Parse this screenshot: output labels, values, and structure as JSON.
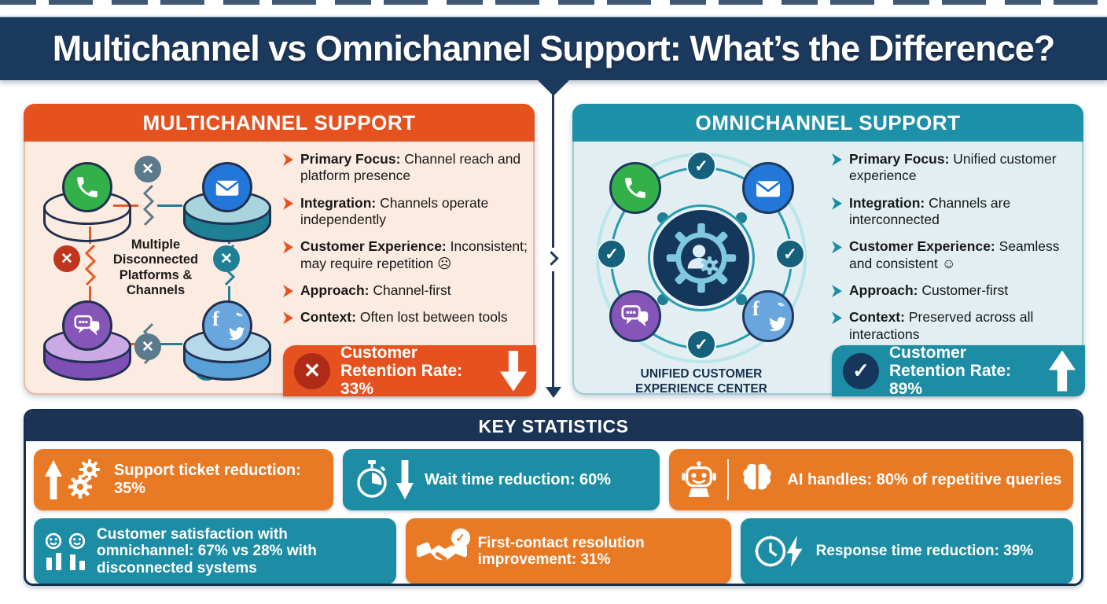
{
  "header": {
    "title": "Multichannel vs Omnichannel Support: What’s the Difference?"
  },
  "multichannel": {
    "title": "MULTICHANNEL SUPPORT",
    "diagram_label": "Multiple Disconnected Platforms & Channels",
    "channels": [
      "whatsapp",
      "email",
      "chat",
      "facebook-twitter"
    ],
    "bullets": [
      {
        "label": "Primary Focus:",
        "text": "Channel reach and platform presence"
      },
      {
        "label": "Integration:",
        "text": "Channels operate independently"
      },
      {
        "label": "Customer Experience:",
        "text": "Inconsistent; may require repetition ☹"
      },
      {
        "label": "Approach:",
        "text": "Channel-first"
      },
      {
        "label": "Context:",
        "text": "Often lost between tools"
      }
    ],
    "retention": {
      "label": "Customer Retention Rate: 33%",
      "trend": "down",
      "status_icon": "x-icon",
      "x_glyph": "✕"
    }
  },
  "omnichannel": {
    "title": "OMNICHANNEL SUPPORT",
    "diagram_label": "UNIFIED CUSTOMER EXPERIENCE CENTER",
    "channels": [
      "whatsapp",
      "email",
      "chat",
      "facebook-twitter"
    ],
    "bullets": [
      {
        "label": "Primary Focus:",
        "text": "Unified customer experience"
      },
      {
        "label": "Integration:",
        "text": "Channels are interconnected"
      },
      {
        "label": "Customer Experience:",
        "text": "Seamless and consistent ☺"
      },
      {
        "label": "Approach:",
        "text": "Customer-first"
      },
      {
        "label": "Context:",
        "text": "Preserved across all interactions"
      }
    ],
    "retention": {
      "label": "Customer Retention Rate: 89%",
      "trend": "up",
      "status_icon": "check-icon",
      "check_glyph": "✓"
    }
  },
  "glyphs": {
    "x": "✕",
    "check": "✓",
    "social_f": "f",
    "feather": "✒"
  },
  "key_statistics": {
    "title": "KEY STATISTICS",
    "stats": [
      {
        "text": "Support ticket reduction: 35%",
        "accent": "#e87a25",
        "icon": "arrow-up-gears-icon"
      },
      {
        "text": "Wait time reduction: 60%",
        "accent": "#1d8da5",
        "icon": "stopwatch-arrow-down-icon"
      },
      {
        "text": "AI handles: 80% of repetitive queries",
        "accent": "#e87a25",
        "icon": "robot-brain-icon"
      },
      {
        "text": "Customer satisfaction with omnichannel: 67% vs 28% with disconnected systems",
        "accent": "#1d8da5",
        "icon": "smiley-bar-chart-icon"
      },
      {
        "text": "First-contact resolution improvement: 31%",
        "accent": "#e87a25",
        "icon": "handshake-check-icon"
      },
      {
        "text": "Response time reduction: 39%",
        "accent": "#1d8da5",
        "icon": "clock-lightning-icon"
      }
    ]
  },
  "colors": {
    "navy": "#1c3a5e",
    "orange_header": "#e5521f",
    "stat_orange": "#e87a25",
    "teal_header": "#1d91a8",
    "stat_teal": "#1d8da5",
    "peach_bg": "#fcebe1",
    "lightblue_bg": "#e2eef1",
    "red_x": "#bf351d",
    "whatsapp_green": "#33b04a",
    "email_blue": "#2277d8",
    "chat_purple": "#8655b8",
    "social_blue": "#6aa6de"
  }
}
